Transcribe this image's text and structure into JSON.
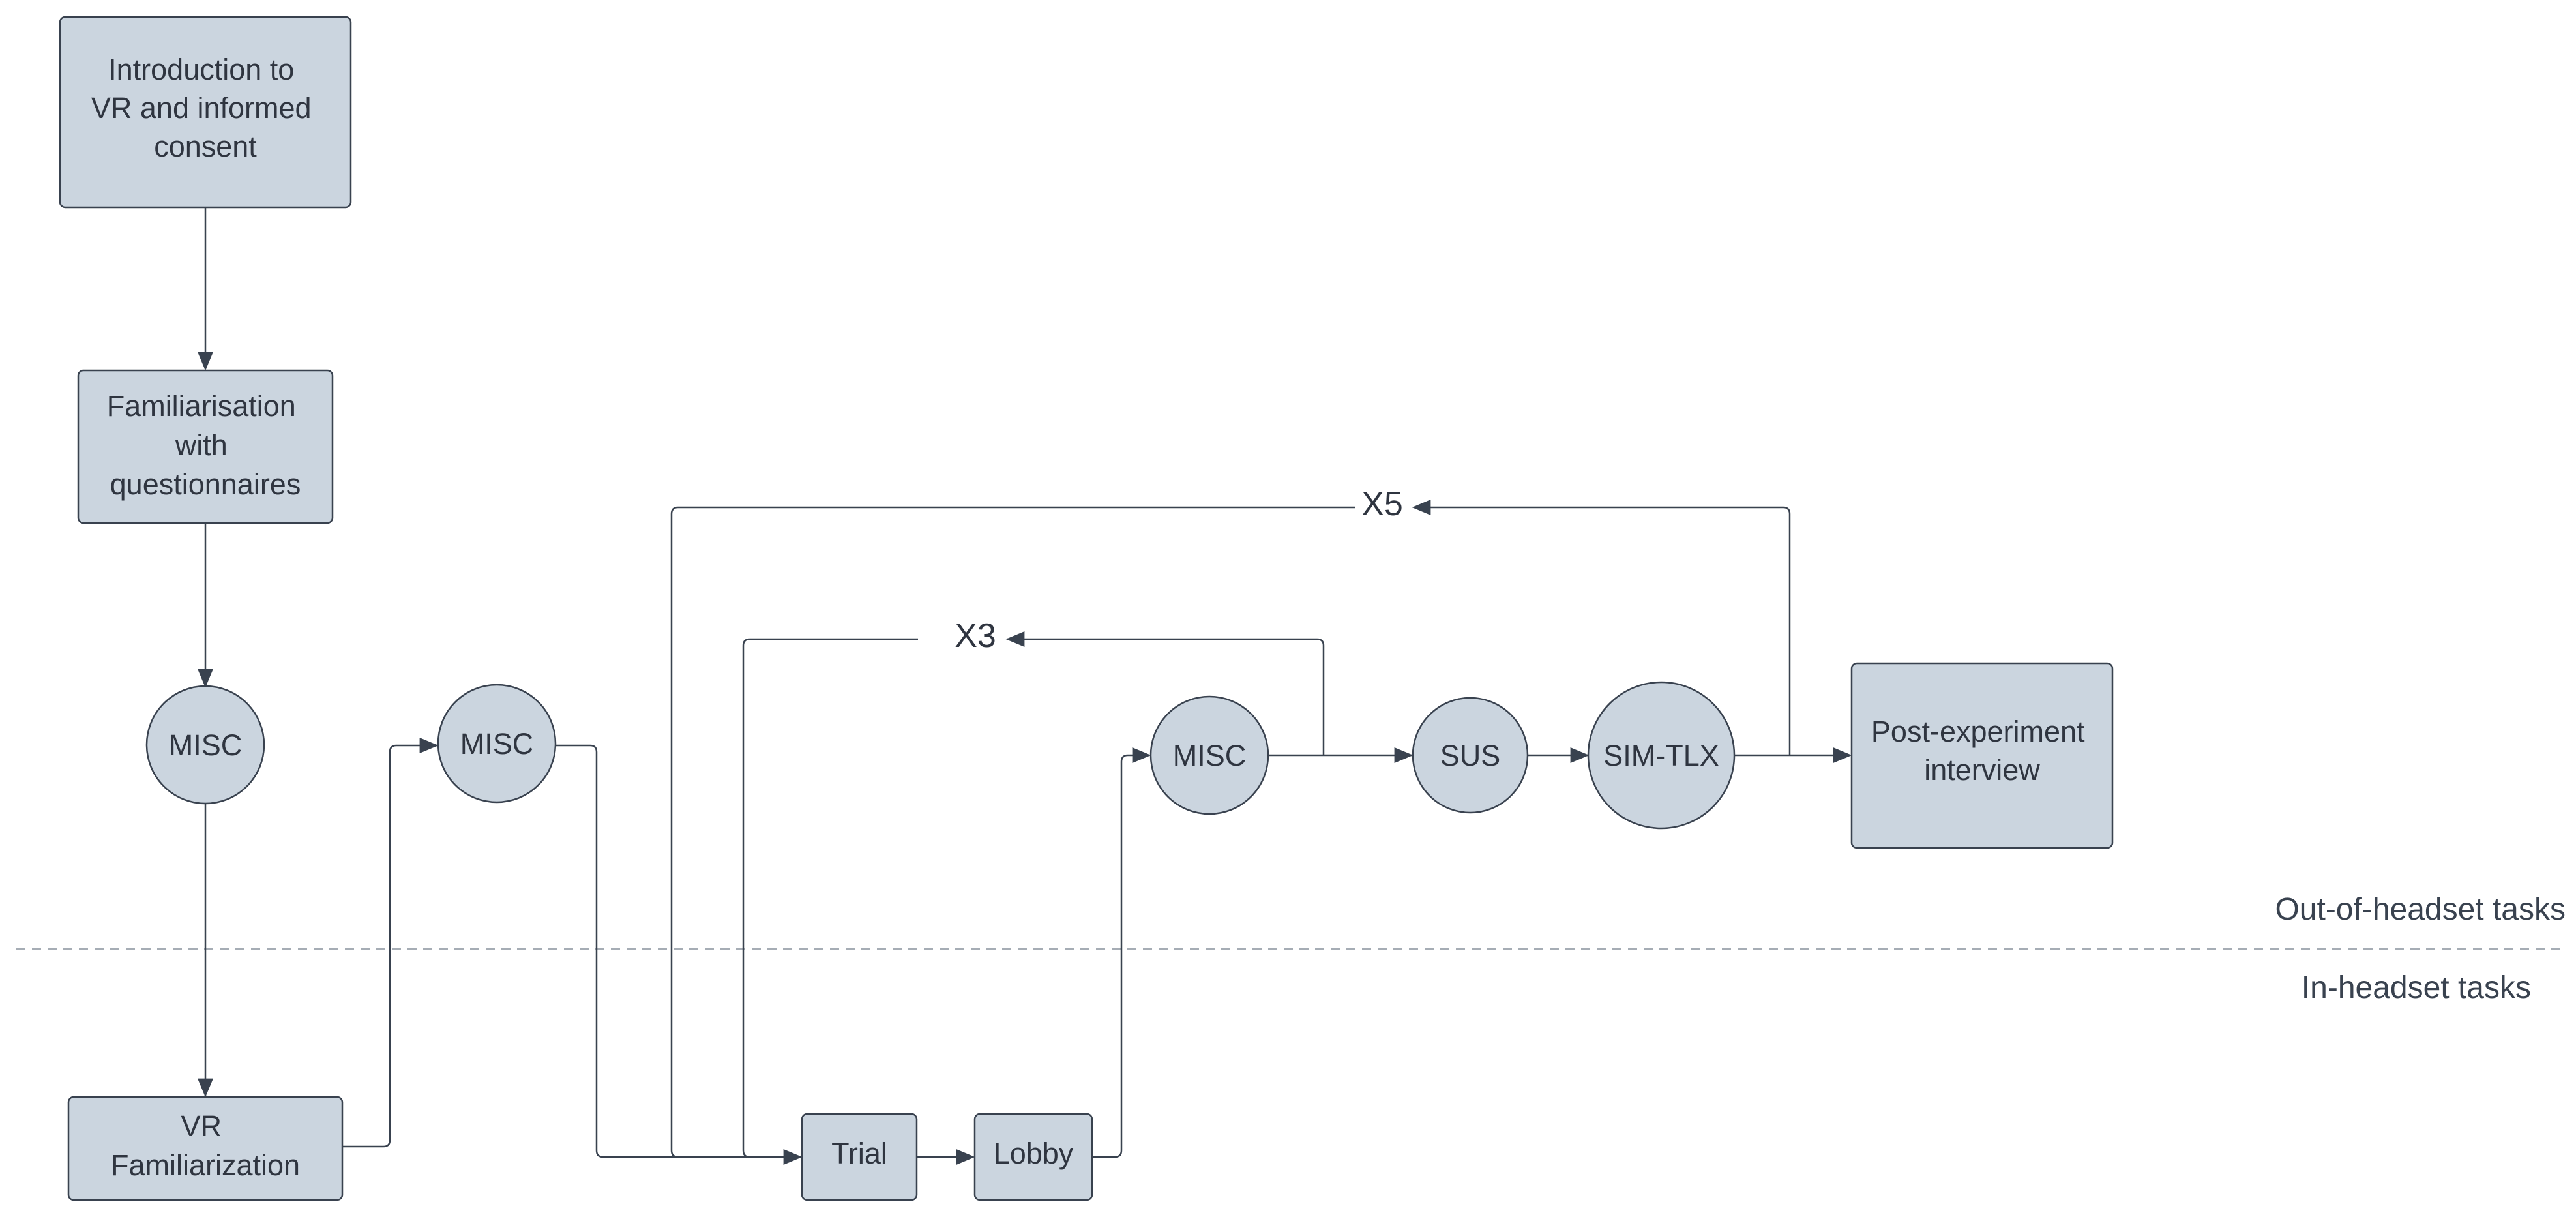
{
  "nodes": {
    "intro": [
      "Introduction to",
      "VR and informed",
      "consent"
    ],
    "familiarisation_questionnaires": [
      "Familiarisation",
      "with",
      "questionnaires"
    ],
    "misc_1": [
      "MISC"
    ],
    "vr_familiarization": [
      "VR",
      "Familiarization"
    ],
    "misc_2": [
      "MISC"
    ],
    "trial": [
      "Trial"
    ],
    "lobby": [
      "Lobby"
    ],
    "misc_3": [
      "MISC"
    ],
    "sus": [
      "SUS"
    ],
    "sim_tlx": [
      "SIM-TLX"
    ],
    "post_interview": [
      "Post-experiment",
      "interview"
    ]
  },
  "loops": {
    "outer": "X5",
    "inner": "X3"
  },
  "zones": {
    "out_of_headset": "Out-of-headset tasks",
    "in_headset": "In-headset tasks"
  },
  "colors": {
    "node_fill": "#cbd5df",
    "stroke": "#39424f",
    "divider": "#a6adb5"
  }
}
